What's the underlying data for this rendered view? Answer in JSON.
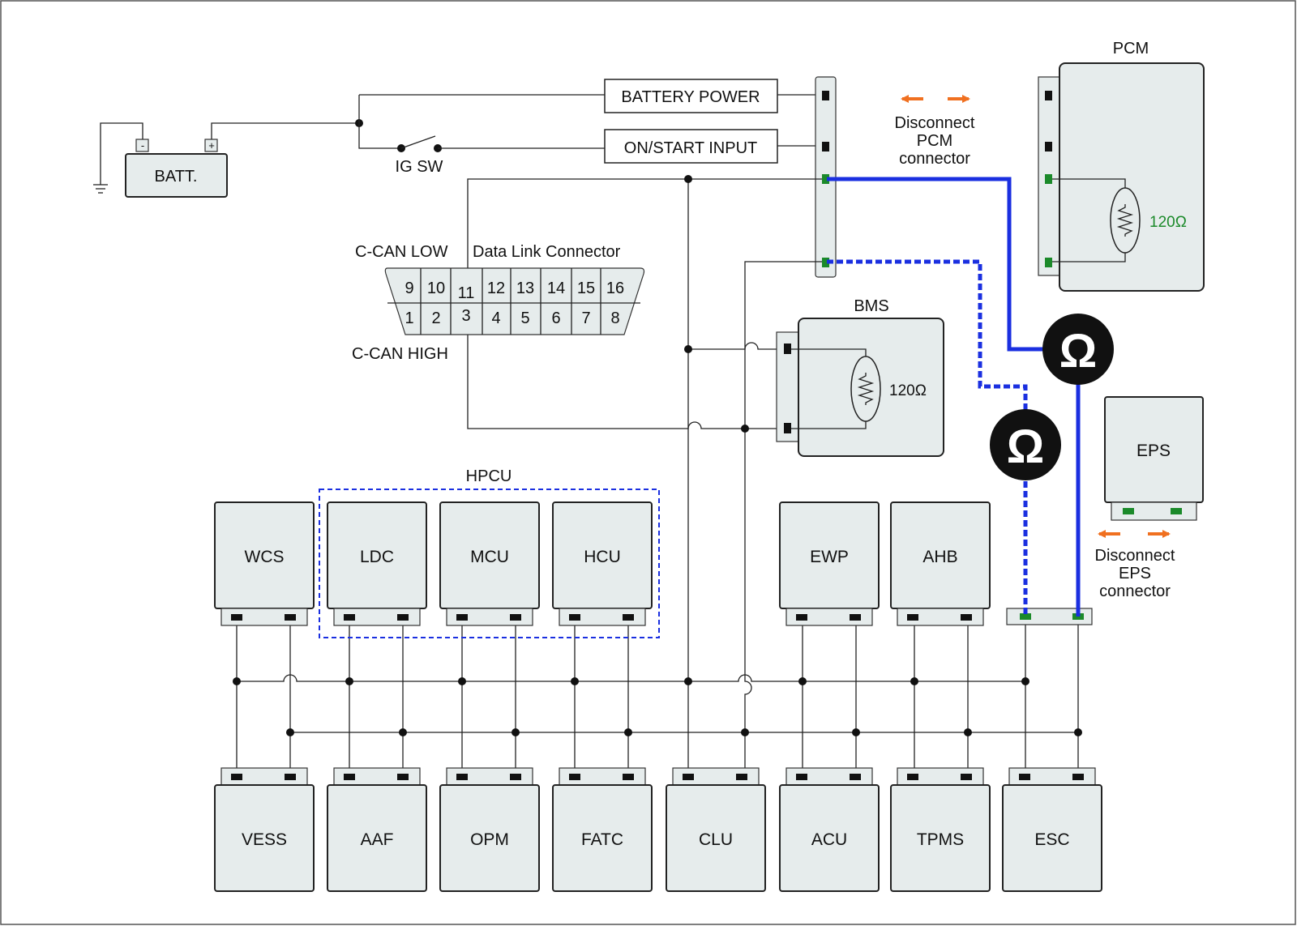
{
  "labels": {
    "battery": "BATT.",
    "battery_minus": "-",
    "battery_plus": "+",
    "ig_switch": "IG SW",
    "battery_power": "BATTERY POWER",
    "on_start_input": "ON/START INPUT",
    "can_low": "C-CAN LOW",
    "can_high": "C-CAN HIGH",
    "data_link_connector": "Data Link Connector",
    "pcm": "PCM",
    "pcm_resistor": "120Ω",
    "bms": "BMS",
    "bms_resistor": "120Ω",
    "hpcu": "HPCU",
    "eps": "EPS",
    "ohm_symbol": "Ω",
    "disconnect_pcm": [
      "Disconnect",
      "PCM",
      "connector"
    ],
    "disconnect_eps": [
      "Disconnect",
      "EPS",
      "connector"
    ]
  },
  "dlc_pins_top": [
    "9",
    "10",
    "11",
    "12",
    "13",
    "14",
    "15",
    "16"
  ],
  "dlc_pins_bottom": [
    "1",
    "2",
    "3",
    "4",
    "5",
    "6",
    "7",
    "8"
  ],
  "top_modules": [
    "WCS",
    "LDC",
    "MCU",
    "HCU",
    "EWP",
    "AHB"
  ],
  "bottom_modules": [
    "VESS",
    "AAF",
    "OPM",
    "FATC",
    "CLU",
    "ACU",
    "TPMS",
    "ESC"
  ],
  "colors": {
    "module_fill": "#e6ecec",
    "can_highlight": "#1a2fe0",
    "terminator_text": "#1b8a2a",
    "disconnect_arrow": "#f07020",
    "hpcu_border": "#1a2fe0"
  }
}
